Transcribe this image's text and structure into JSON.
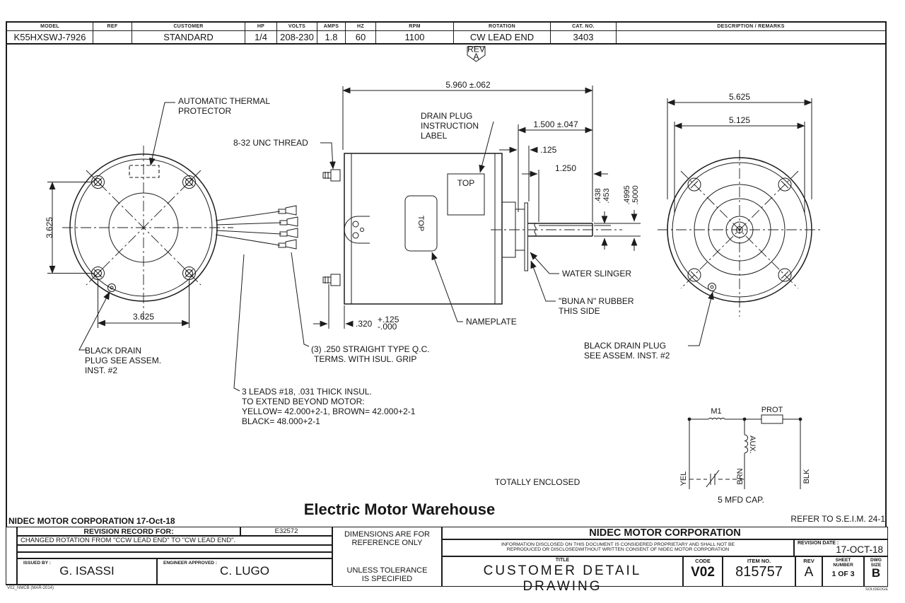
{
  "spec": {
    "headers": [
      "MODEL",
      "REF",
      "CUSTOMER",
      "HP",
      "VOLTS",
      "AMPS",
      "HZ",
      "RPM",
      "ROTATION",
      "CAT. NO.",
      "DESCRIPTION / REMARKS"
    ],
    "values": [
      "K55HXSWJ-7926",
      "",
      "STANDARD",
      "1/4",
      "208-230",
      "1.8",
      "60",
      "1100",
      "CW LEAD END",
      "3403",
      ""
    ]
  },
  "flag": {
    "label": "REV",
    "value": "A"
  },
  "view_left": {
    "thermal": [
      "AUTOMATIC THERMAL",
      "PROTECTOR"
    ],
    "drain": [
      "BLACK DRAIN",
      "PLUG SEE ASSEM.",
      "INST. #2"
    ],
    "dim_height": "3.625",
    "dim_width": "3.625",
    "unc": "8-32 UNC THREAD"
  },
  "view_side": {
    "dim_length": "5.960 ±.062",
    "drain_label": [
      "DRAIN PLUG",
      "INSTRUCTION",
      "LABEL"
    ],
    "top_box": "TOP",
    "top_nameplate": "TOP",
    "dim_ext": "1.500 ±.047",
    "dim_slinger": ".125",
    "dim_flat": "1.250",
    "dim_438": ".438",
    "dim_453": ".453",
    "dim_4995": ".4995",
    "dim_5000": ".5000",
    "water_slinger": "WATER SLINGER",
    "buna": [
      "\"BUNA N\" RUBBER",
      "THIS SIDE"
    ],
    "nameplate": "NAMEPLATE",
    "dim_320": ".320",
    "dim_320_plus": "+.125",
    "dim_320_minus": "-.000",
    "qc": [
      "(3) .250 STRAIGHT TYPE Q.C.",
      "TERMS. WITH ISUL. GRIP"
    ],
    "leads": [
      "3 LEADS #18, .031 THICK INSUL.",
      "TO EXTEND BEYOND MOTOR:",
      "YELLOW= 42.000+2-1, BROWN= 42.000+2-1",
      "BLACK= 48.000+2-1"
    ]
  },
  "view_right": {
    "dim_outer": "5.625",
    "dim_bolt": "5.125",
    "drain": [
      "BLACK DRAIN PLUG",
      "SEE ASSEM. INST. #2"
    ]
  },
  "circuit": {
    "m1": "M1",
    "prot": "PROT",
    "aux": "AUX.",
    "yel": "YEL",
    "brn": "BRN",
    "blk": "BLK",
    "cap": "5 MFD CAP."
  },
  "notes": {
    "enclosure": "TOTALLY ENCLOSED",
    "watermark": "Electric Motor Warehouse",
    "corp": "NIDEC MOTOR CORPORATION 17-Oct-18",
    "refer": "REFER TO S.E.I.M. 24-1"
  },
  "block": {
    "revision_record_label": "REVISION RECORD FOR:",
    "revision_ref": "E32572",
    "revision_note": "CHANGED ROTATION FROM \"CCW LEAD END\" TO \"CW LEAD END\".",
    "issued_by_label": "ISSUED BY :",
    "issued_by": "G. ISASSI",
    "engineer_label": "ENGINEER APPROVED :",
    "engineer": "C. LUGO",
    "form_code": "V02_NMCB (MAR-2014)",
    "dims_note": [
      "DIMENSIONS ARE FOR",
      "REFERENCE ONLY"
    ],
    "tol_note": [
      "UNLESS TOLERANCE",
      "IS SPECIFIED"
    ],
    "company": "NIDEC MOTOR CORPORATION",
    "proprietary": [
      "INFORMATION DISCLOSED ON THIS DOCUMENT IS CONSIDERED PROPRIETARY AND SHALL NOT BE",
      "REPRODUCED OR DISCLOSEDWITHOUT WRITTEN CONSENT OF NIDEC MOTOR CORPORATION"
    ],
    "revision_date_label": "REVISION DATE :",
    "revision_date": "17-OCT-18",
    "title_label": "TITLE",
    "title": "CUSTOMER DETAIL DRAWING",
    "code_label": "CODE",
    "code": "V02",
    "item_label": "ITEM NO.",
    "item": "815757",
    "rev_label": "REV",
    "rev": "A",
    "sheet_label": [
      "SHEET",
      "NUMBER"
    ],
    "sheet": "1 OF 3",
    "dwg_label": [
      "DWG",
      "SIZE"
    ],
    "dwg": "B",
    "cad": "SOLIDEDGE"
  }
}
